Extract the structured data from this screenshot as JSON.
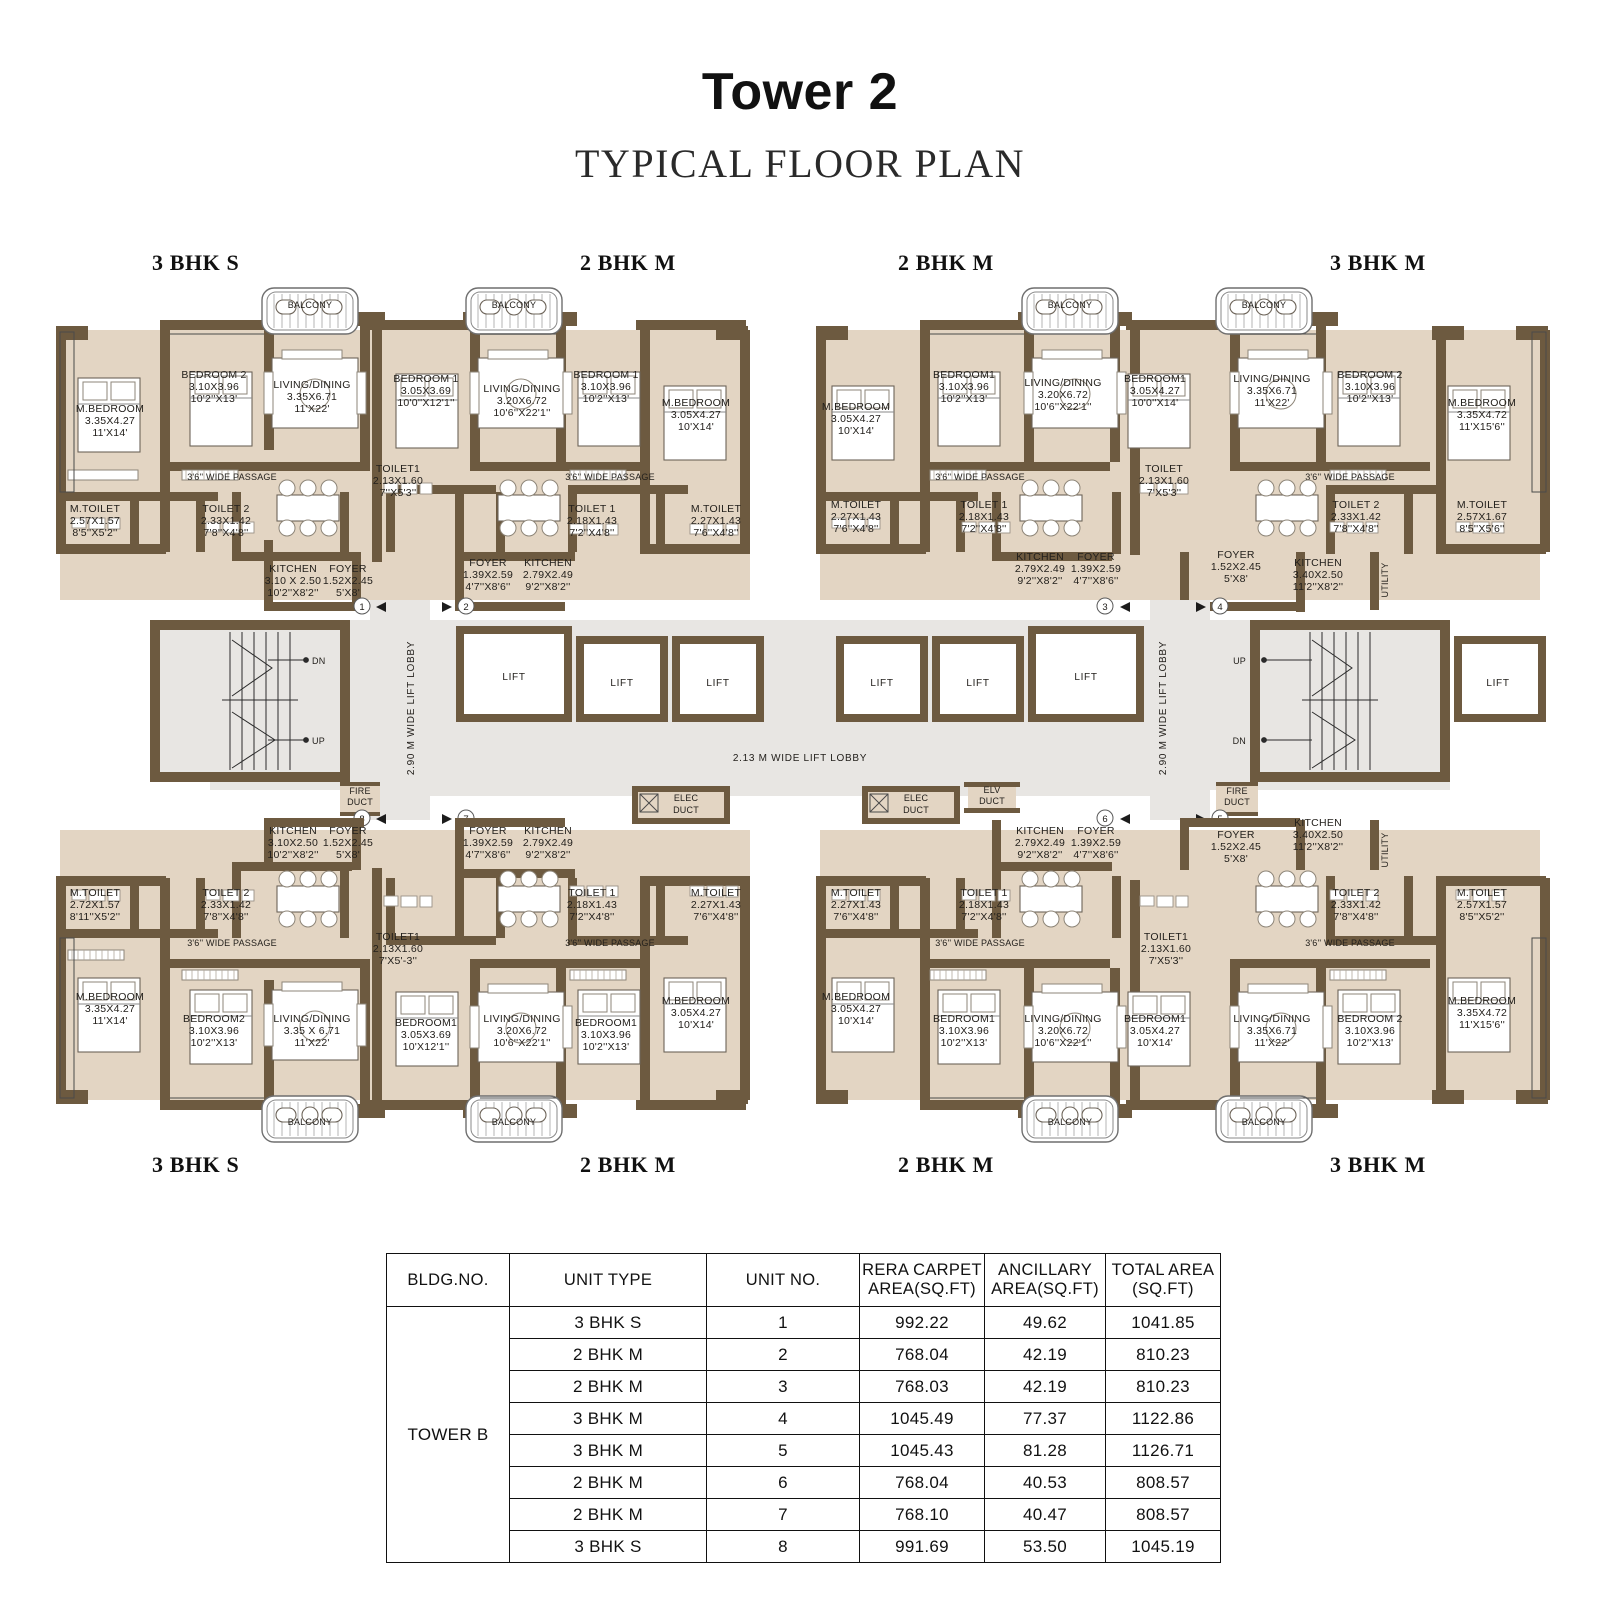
{
  "header": {
    "title": "Tower 2",
    "subtitle": "TYPICAL FLOOR PLAN"
  },
  "unit_captions": {
    "top_left": "3 BHK S",
    "top_center_left": "2 BHK M",
    "top_center_right": "2 BHK M",
    "top_right": "3 BHK M",
    "bottom_left": "3 BHK S",
    "bottom_center_left": "2 BHK M",
    "bottom_center_right": "2 BHK M",
    "bottom_right": "3 BHK M"
  },
  "core": {
    "lift_label": "LIFT",
    "lift_lobby_main": "2.13 M WIDE LIFT LOBBY",
    "lift_lobby_side": "2.90 M WIDE LIFT LOBBY",
    "elec_duct": "ELEC DUCT",
    "elv_duct": "ELV DUCT",
    "fire_duct": "FIRE DUCT",
    "stair_up": "UP",
    "stair_down": "DN",
    "utility": "UTILITY",
    "passage": "3'6'' WIDE PASSAGE",
    "balcony": "BALCONY"
  },
  "entry_markers": [
    "1",
    "2",
    "3",
    "4",
    "5",
    "6",
    "7",
    "8"
  ],
  "rooms": {
    "u1": [
      {
        "name": "M.BEDROOM",
        "metric": "3.35X4.27",
        "imperial": "11'X14'"
      },
      {
        "name": "BEDROOM 2",
        "metric": "3.10X3.96",
        "imperial": "10'2''X13'"
      },
      {
        "name": "LIVING/DINING",
        "metric": "3.35X6.71",
        "imperial": "11'X22'"
      },
      {
        "name": "M.TOILET",
        "metric": "2.57X1.57",
        "imperial": "8'5''X5'2''"
      },
      {
        "name": "TOILET 2",
        "metric": "2.33X1.42",
        "imperial": "7'8''X4'8''"
      },
      {
        "name": "KITCHEN",
        "metric": "3.10 X 2.50",
        "imperial": "10'2''X8'2''"
      },
      {
        "name": "FOYER",
        "metric": "1.52X2.45",
        "imperial": "5'X8'"
      }
    ],
    "u2": [
      {
        "name": "BEDROOM 1",
        "metric": "3.05X3.69",
        "imperial": "10'0''X12'1''"
      },
      {
        "name": "LIVING/DINING",
        "metric": "3.20X6.72",
        "imperial": "10'6''X22'1''"
      },
      {
        "name": "BEDROOM 1",
        "metric": "3.10X3.96",
        "imperial": "10'2''X13'"
      },
      {
        "name": "M.BEDROOM",
        "metric": "3.05X4.27",
        "imperial": "10'X14'"
      },
      {
        "name": "TOILET 1",
        "metric": "2.13X1.60",
        "imperial": "7'X5'3''"
      },
      {
        "name": "TOILET 1",
        "metric": "2.18X1.43",
        "imperial": "7'2''X4'8''"
      },
      {
        "name": "M.TOILET",
        "metric": "2.27X1.43",
        "imperial": "7'6''X4'8''"
      },
      {
        "name": "FOYER",
        "metric": "1.39X2.59",
        "imperial": "4'7''X8'6''"
      },
      {
        "name": "KITCHEN",
        "metric": "2.79X2.49",
        "imperial": "9'2''X8'2''"
      }
    ],
    "u3": [
      {
        "name": "M.BEDROOM",
        "metric": "3.05X4.27",
        "imperial": "10'X14'"
      },
      {
        "name": "BEDROOM 1",
        "metric": "3.10X3.96",
        "imperial": "10'2''X13'"
      },
      {
        "name": "LIVING/DINING",
        "metric": "3.20X6.72",
        "imperial": "10'6''X22'1''"
      },
      {
        "name": "BEDROOM 1",
        "metric": "3.05X4.27",
        "imperial": "10'0''X14'"
      },
      {
        "name": "M.TOILET",
        "metric": "2.27X1.43",
        "imperial": "7'6''X4'8''"
      },
      {
        "name": "TOILET 1",
        "metric": "2.18X1.43",
        "imperial": "7'2''X4'8''"
      },
      {
        "name": "TOILET 1",
        "metric": "2.13X1.60",
        "imperial": "7'X5'3''"
      },
      {
        "name": "KITCHEN",
        "metric": "2.79X2.49",
        "imperial": "9'2''X8'2''"
      },
      {
        "name": "FOYER",
        "metric": "1.39X2.59",
        "imperial": "4'7''X8'6''"
      }
    ],
    "u4": [
      {
        "name": "LIVING/DINING",
        "metric": "3.35X6.71",
        "imperial": "11'X22'"
      },
      {
        "name": "BEDROOM 2",
        "metric": "3.10X3.96",
        "imperial": "10'2''X13'"
      },
      {
        "name": "M.BEDROOM",
        "metric": "3.35X4.72",
        "imperial": "11'X15'6''"
      },
      {
        "name": "TOILET 2",
        "metric": "2.33X1.42",
        "imperial": "7'8''X4'8''"
      },
      {
        "name": "M.TOILET",
        "metric": "2.57X1.67",
        "imperial": "8'5''X5'6''"
      },
      {
        "name": "KITCHEN",
        "metric": "3.40X2.50",
        "imperial": "11'2''X8'2''"
      },
      {
        "name": "FOYER",
        "metric": "1.52X2.45",
        "imperial": "5'X8'"
      }
    ],
    "u5": [
      {
        "name": "KITCHEN",
        "metric": "3.40X2.50",
        "imperial": "11'2''X8'2''"
      },
      {
        "name": "FOYER",
        "metric": "1.52X2.45",
        "imperial": "5'X8'"
      },
      {
        "name": "TOILET 2",
        "metric": "2.33X1.42",
        "imperial": "7'8''X4'8''"
      },
      {
        "name": "M.TOILET",
        "metric": "2.57X1.57",
        "imperial": "8'5''X5'2''"
      },
      {
        "name": "LIVING/DINING",
        "metric": "3.35X6.71",
        "imperial": "11'X22'"
      },
      {
        "name": "BEDROOM 2",
        "metric": "3.10X3.96",
        "imperial": "10'2''X13'"
      },
      {
        "name": "M.BEDROOM",
        "metric": "3.35X4.72",
        "imperial": "11'X15'6''"
      },
      {
        "name": "TOILET 1",
        "metric": "2.13X1.60",
        "imperial": "7'X5'3''"
      },
      {
        "name": "BEDROOM 1",
        "metric": "3.05X4.27",
        "imperial": "10'X14'"
      }
    ],
    "u6": [
      {
        "name": "KITCHEN",
        "metric": "2.79X2.49",
        "imperial": "9'2''X8'2''"
      },
      {
        "name": "FOYER",
        "metric": "1.39X2.59",
        "imperial": "4'7''X8'6''"
      },
      {
        "name": "M.TOILET",
        "metric": "2.27X1.43",
        "imperial": "7'6''X4'8''"
      },
      {
        "name": "TOILET 1",
        "metric": "2.18X1.43",
        "imperial": "7'2''X4'8''"
      },
      {
        "name": "TOILET 1",
        "metric": "2.13X1.60",
        "imperial": "7'X5'3''"
      },
      {
        "name": "M.BEDROOM",
        "metric": "3.05X4.27",
        "imperial": "10'X14'"
      },
      {
        "name": "BEDROOM 1",
        "metric": "3.10X3.96",
        "imperial": "10'2''X13'"
      },
      {
        "name": "LIVING/DINING",
        "metric": "3.20X6.72",
        "imperial": "10'6''X22'1''"
      },
      {
        "name": "BEDROOM 1",
        "metric": "3.05X4.27",
        "imperial": "10'X14'"
      }
    ],
    "u7": [
      {
        "name": "FOYER",
        "metric": "1.39X2.59",
        "imperial": "4'7''X8'6''"
      },
      {
        "name": "KITCHEN",
        "metric": "2.79X2.49",
        "imperial": "9'2''X8'2''"
      },
      {
        "name": "TOILET 1",
        "metric": "2.18X1.43",
        "imperial": "7'2''X4'8''"
      },
      {
        "name": "M.TOILET",
        "metric": "2.27X1.43",
        "imperial": "7'6''X4'8''"
      },
      {
        "name": "TOILET 1",
        "metric": "2.13X1.60",
        "imperial": "7'X5'3''"
      },
      {
        "name": "BEDROOM 1",
        "metric": "3.05X3.69",
        "imperial": "10'X12'1''"
      },
      {
        "name": "LIVING/DINING",
        "metric": "3.20X6.72",
        "imperial": "10'6''X22'1''"
      },
      {
        "name": "BEDROOM 1",
        "metric": "3.10X3.96",
        "imperial": "10'2''X13'"
      },
      {
        "name": "M.BEDROOM",
        "metric": "3.05X4.27",
        "imperial": "10'X14'"
      }
    ],
    "u8": [
      {
        "name": "KITCHEN",
        "metric": "3.10X2.50",
        "imperial": "10'2''X8'2''"
      },
      {
        "name": "FOYER",
        "metric": "1.52X2.45",
        "imperial": "5'X8'"
      },
      {
        "name": "M.TOILET",
        "metric": "2.72X1.57",
        "imperial": "8'11''X5'2''"
      },
      {
        "name": "TOILET 2",
        "metric": "2.33X1.42",
        "imperial": "7'8''X4'8''"
      },
      {
        "name": "TOILET 1",
        "metric": "2.13X1.60",
        "imperial": "7'X5'-3''"
      },
      {
        "name": "M.BEDROOM",
        "metric": "3.35X4.27",
        "imperial": "11'X14'"
      },
      {
        "name": "BEDROOM 2",
        "metric": "3.10X3.96",
        "imperial": "10'2''X13'"
      },
      {
        "name": "LIVING/DINING",
        "metric": "3.35 X 6.71",
        "imperial": "11'X22'"
      },
      {
        "name": "BEDROOM 1",
        "metric": "3.05X3.69",
        "imperial": "10'X12'1''"
      }
    ]
  },
  "area_table": {
    "headers": [
      "BLDG.NO.",
      "UNIT TYPE",
      "UNIT NO.",
      "RERA CARPET AREA(SQ.FT)",
      "ANCILLARY AREA(SQ.FT)",
      "TOTAL AREA (SQ.FT)"
    ],
    "header_lines": [
      [
        "BLDG.NO.",
        ""
      ],
      [
        "UNIT TYPE",
        ""
      ],
      [
        "UNIT NO.",
        ""
      ],
      [
        "RERA CARPET",
        "AREA(SQ.FT)"
      ],
      [
        "ANCILLARY",
        "AREA(SQ.FT)"
      ],
      [
        "TOTAL AREA",
        "(SQ.FT)"
      ]
    ],
    "bldg_no": "TOWER B",
    "rows": [
      {
        "unit_type": "3 BHK S",
        "unit_no": "1",
        "rera": "992.22",
        "ancillary": "49.62",
        "total": "1041.85"
      },
      {
        "unit_type": "2 BHK M",
        "unit_no": "2",
        "rera": "768.04",
        "ancillary": "42.19",
        "total": "810.23"
      },
      {
        "unit_type": "2 BHK M",
        "unit_no": "3",
        "rera": "768.03",
        "ancillary": "42.19",
        "total": "810.23"
      },
      {
        "unit_type": "3 BHK M",
        "unit_no": "4",
        "rera": "1045.49",
        "ancillary": "77.37",
        "total": "1122.86"
      },
      {
        "unit_type": "3 BHK M",
        "unit_no": "5",
        "rera": "1045.43",
        "ancillary": "81.28",
        "total": "1126.71"
      },
      {
        "unit_type": "2 BHK M",
        "unit_no": "6",
        "rera": "768.04",
        "ancillary": "40.53",
        "total": "808.57"
      },
      {
        "unit_type": "2 BHK M",
        "unit_no": "7",
        "rera": "768.10",
        "ancillary": "40.47",
        "total": "808.57"
      },
      {
        "unit_type": "3 BHK S",
        "unit_no": "8",
        "rera": "991.69",
        "ancillary": "53.50",
        "total": "1045.19"
      }
    ]
  },
  "colors": {
    "wall": "#6d5a40",
    "floor": "#e3d5c3",
    "core_floor": "#e8e6e3",
    "white": "#ffffff",
    "outline": "#1a1a1a"
  }
}
